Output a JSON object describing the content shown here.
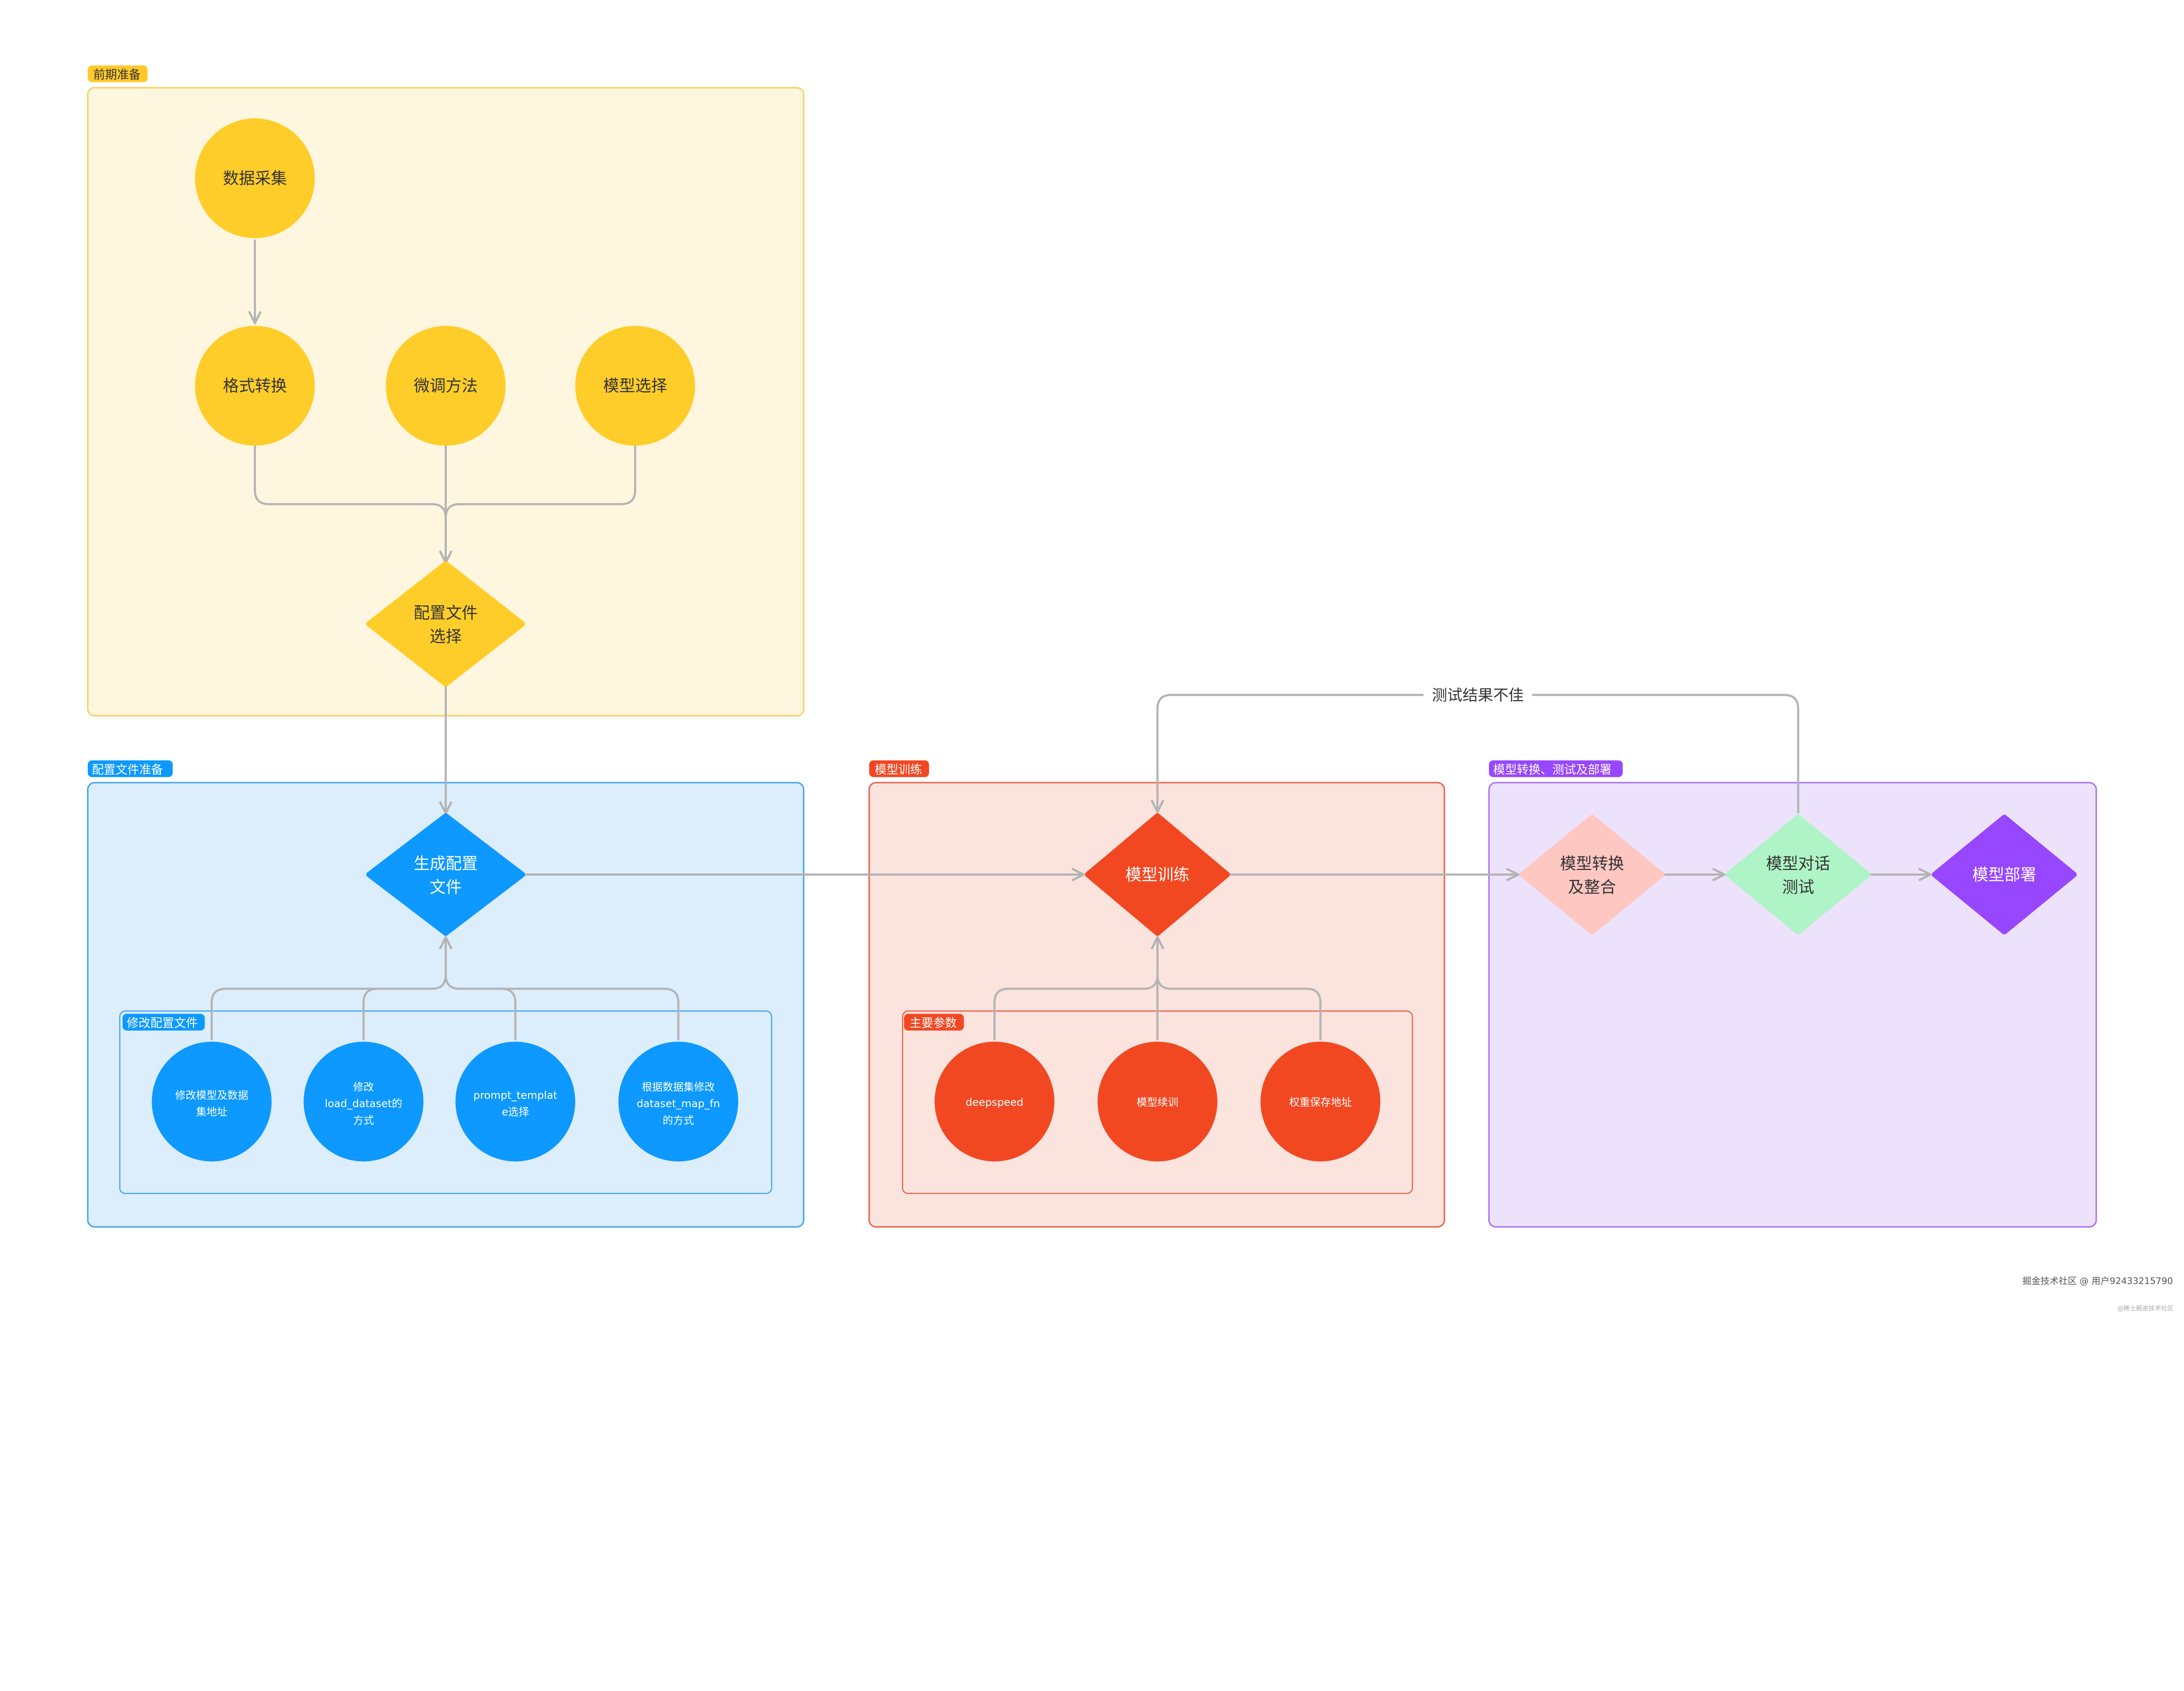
{
  "colors": {
    "yellow": "#ffcd29",
    "blue": "#0d99ff",
    "red": "#f24822",
    "purple": "#9747ff",
    "pink": "#ffc7c2",
    "green": "#aff4c6",
    "connector": "#b3b3b3"
  },
  "groups": {
    "prep": {
      "label": "前期准备"
    },
    "config": {
      "label": "配置文件准备",
      "inner_label": "修改配置文件"
    },
    "train": {
      "label": "模型训练",
      "inner_label": "主要参数"
    },
    "deploy": {
      "label": "模型转换、测试及部署"
    }
  },
  "nodes": {
    "collect": "数据采集",
    "convert": "格式转换",
    "method": "微调方法",
    "model_select": "模型选择",
    "config_select": [
      "配置文件",
      "选择"
    ],
    "gen_config": [
      "生成配置",
      "文件"
    ],
    "mod1": [
      "修改模型及数据",
      "集地址"
    ],
    "mod2": [
      "修改",
      "load_dataset的",
      "方式"
    ],
    "mod3": [
      "prompt_templat",
      "e选择"
    ],
    "mod4": [
      "根据数据集修改",
      "dataset_map_fn",
      "的方式"
    ],
    "train": "模型训练",
    "p1": "deepspeed",
    "p2": "模型续训",
    "p3": "权重保存地址",
    "merge": [
      "模型转换",
      "及整合"
    ],
    "chat": [
      "模型对话",
      "测试"
    ],
    "deploy": "模型部署"
  },
  "feedback_label": "测试结果不佳",
  "watermark": {
    "author": "掘金技术社区 @ 用户92433215790",
    "site": "@稀土掘金技术社区"
  }
}
